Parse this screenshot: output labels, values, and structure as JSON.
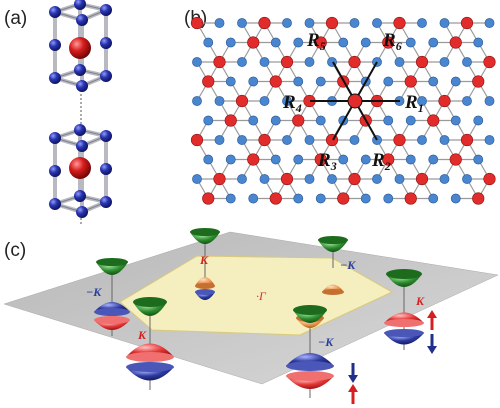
{
  "panels": {
    "a": "(a)",
    "b": "(b)",
    "c": "(c)"
  },
  "panel_b": {
    "vectors": [
      {
        "name": "R",
        "sub": "1"
      },
      {
        "name": "R",
        "sub": "2"
      },
      {
        "name": "R",
        "sub": "3"
      },
      {
        "name": "R",
        "sub": "4"
      },
      {
        "name": "R",
        "sub": "5"
      },
      {
        "name": "R",
        "sub": "6"
      }
    ]
  },
  "panel_c": {
    "gamma": "·Γ",
    "valleys": [
      {
        "label": "K",
        "color": "#d42020"
      },
      {
        "label": "−K",
        "color": "#2a3f9a"
      },
      {
        "label": "−K",
        "color": "#2a3f9a"
      },
      {
        "label": "K",
        "color": "#d42020"
      },
      {
        "label": "K",
        "color": "#d42020"
      },
      {
        "label": "−K",
        "color": "#2a3f9a"
      }
    ]
  },
  "colors": {
    "site_a": "#e22b2b",
    "site_b": "#4a86cf",
    "bond": "#9a9a9a",
    "atom_blue": "#2833a8",
    "atom_red": "#d01c1c",
    "plane": "#c9c9c9",
    "bz": "#f5efc0",
    "cone_green": "#2e8b2e",
    "cone_orange": "#e8924a",
    "cone_red": "#e43535",
    "cone_blue": "#2c3a9e",
    "spin_up": "#d42020",
    "spin_down": "#1f2f8a"
  },
  "icons": {
    "spin_up": "arrow-up-icon",
    "spin_down": "arrow-down-icon"
  }
}
